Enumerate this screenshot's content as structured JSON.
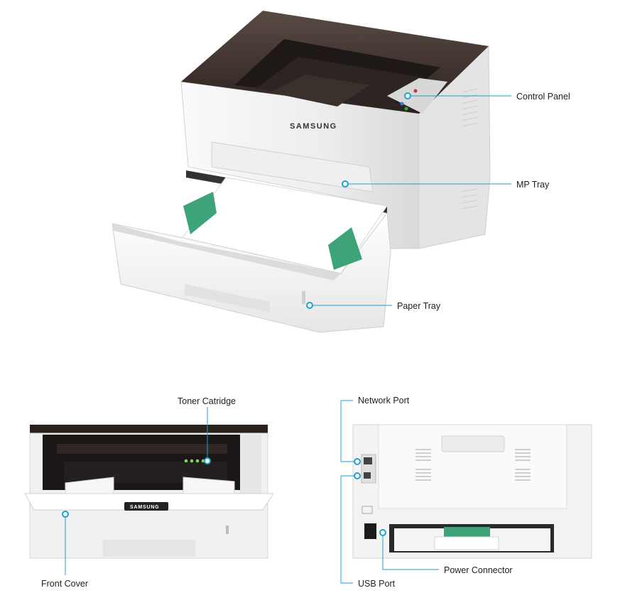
{
  "brand": {
    "logo_text": "SAMSUNG"
  },
  "colors": {
    "callout": "#1ea1d0",
    "body": "#f2f2f2",
    "top": "#3b2f2c",
    "guide": "#3fa37a",
    "text": "#222222"
  },
  "callouts": {
    "control_panel": "Control Panel",
    "mp_tray": "MP Tray",
    "paper_tray": "Paper Tray",
    "toner_cartridge": "Toner Catridge",
    "front_cover": "Front Cover",
    "network_port": "Network Port",
    "usb_port": "USB Port",
    "power_connector": "Power Connector"
  }
}
